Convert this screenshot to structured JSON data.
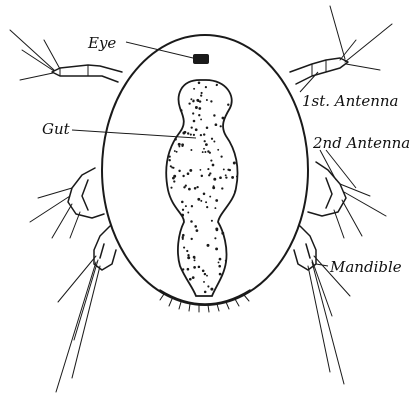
{
  "figure": {
    "subject": "nauplius larva",
    "labels": {
      "eye": "Eye",
      "first_antenna": "1st. Antenna",
      "gut": "Gut",
      "second_antenna": "2nd Antenna",
      "mandible": "Mandible"
    }
  },
  "colors": {
    "ink": "#1a1a1a",
    "background": "#ffffff",
    "gut_fill": "#ffffff"
  }
}
